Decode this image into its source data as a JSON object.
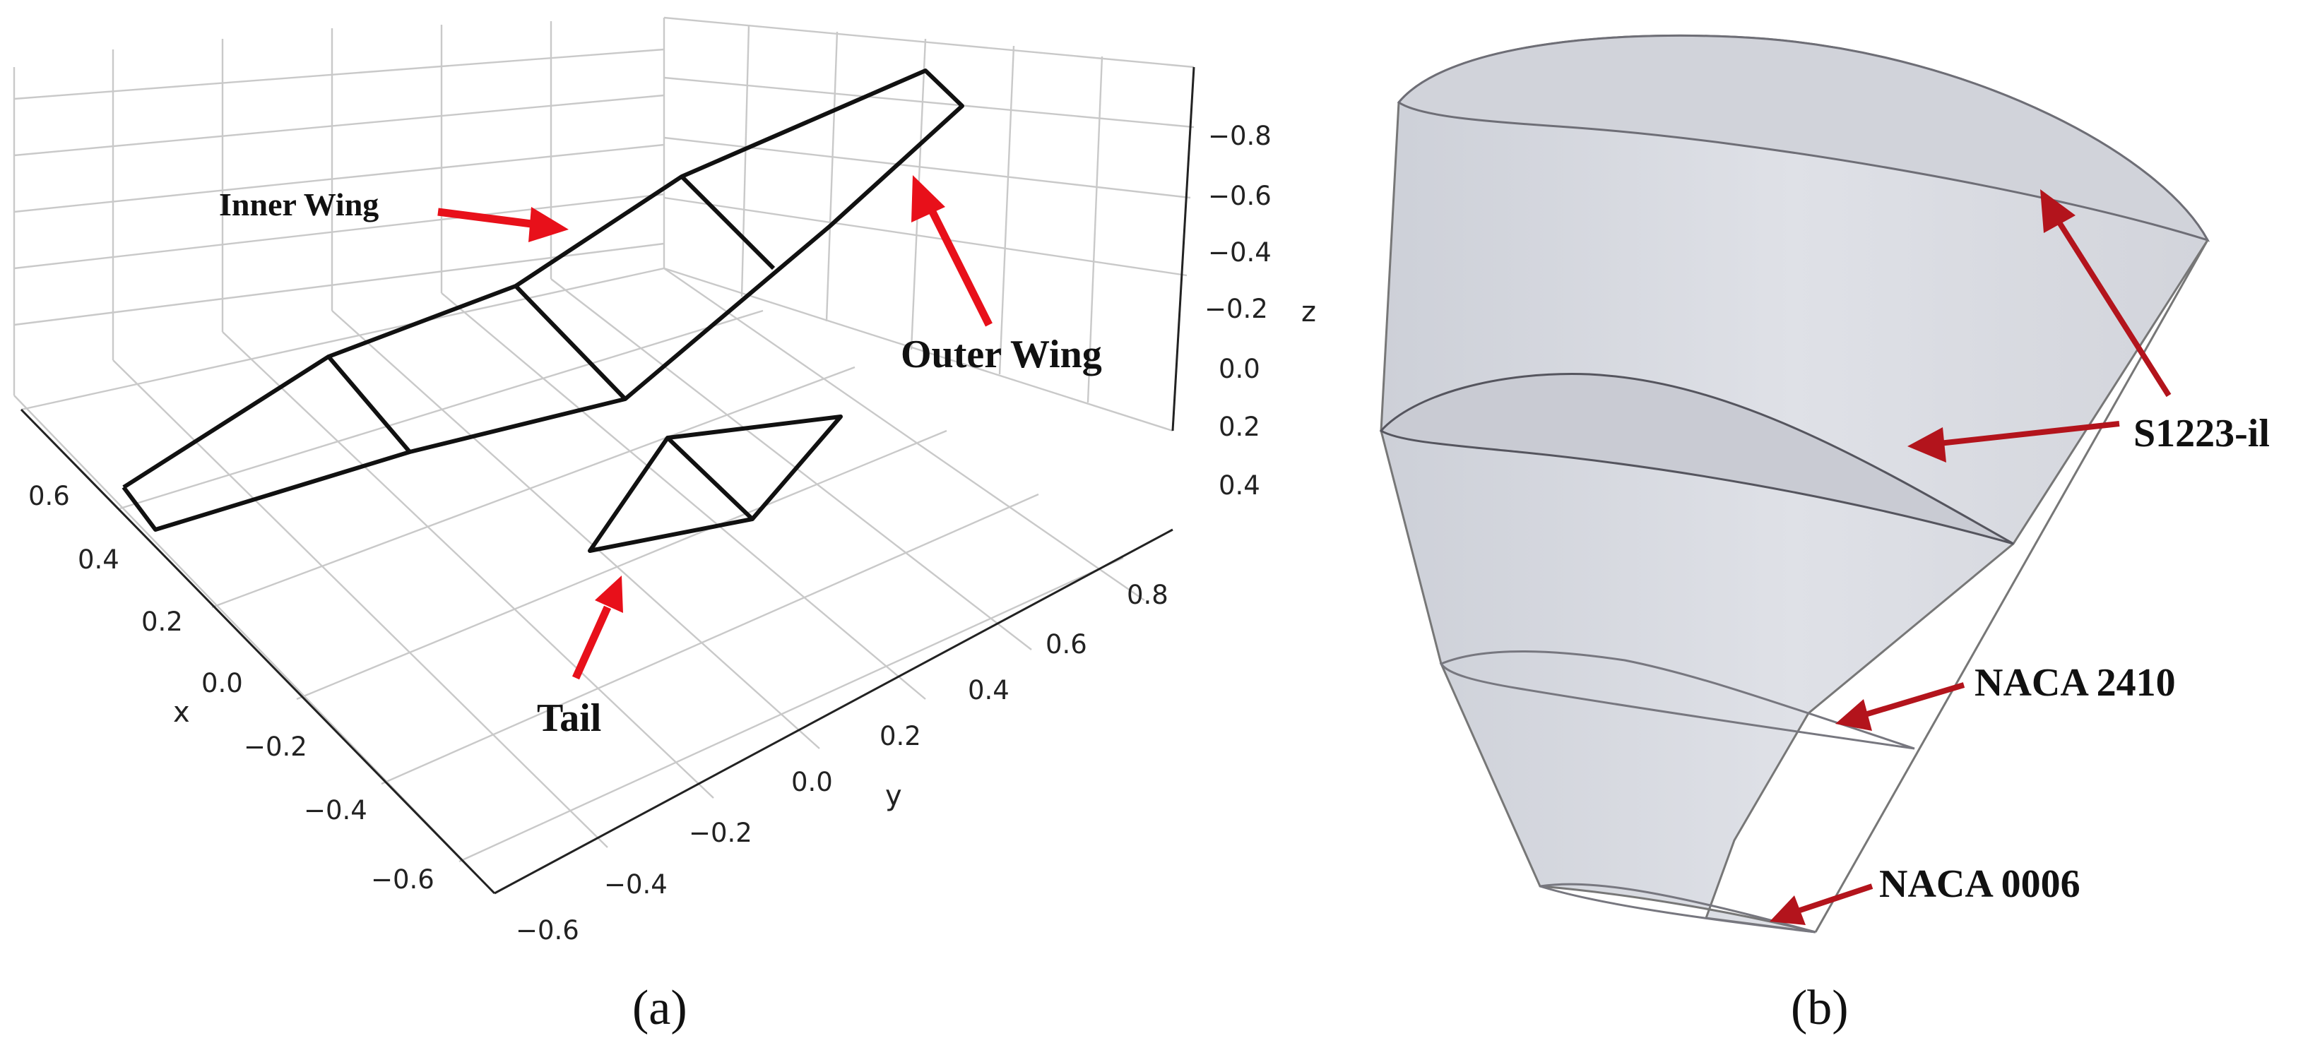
{
  "panel_a": {
    "caption": "(a)",
    "axes": {
      "x": {
        "label": "x",
        "ticks": [
          "0.6",
          "0.4",
          "0.2",
          "0.0",
          "−0.2",
          "−0.4",
          "−0.6"
        ]
      },
      "y": {
        "label": "y",
        "ticks": [
          "−0.6",
          "−0.4",
          "−0.2",
          "0.0",
          "0.2",
          "0.4",
          "0.6",
          "0.8"
        ]
      },
      "z": {
        "label": "z",
        "ticks": [
          "−0.8",
          "−0.6",
          "−0.4",
          "−0.2",
          "0.0",
          "0.2",
          "0.4"
        ]
      }
    },
    "annotations": {
      "inner_wing": "Inner Wing",
      "outer_wing": "Outer Wing",
      "tail": "Tail"
    },
    "colors": {
      "arrow": "#e8101a",
      "grid": "#c9c9c9",
      "wire": "#111111"
    }
  },
  "panel_b": {
    "caption": "(b)",
    "airfoils": {
      "root": "S1223-il",
      "mid": "NACA 2410",
      "tip": "NACA 0006"
    },
    "colors": {
      "arrow": "#b3141c",
      "surface": "#d7d9e0"
    }
  }
}
